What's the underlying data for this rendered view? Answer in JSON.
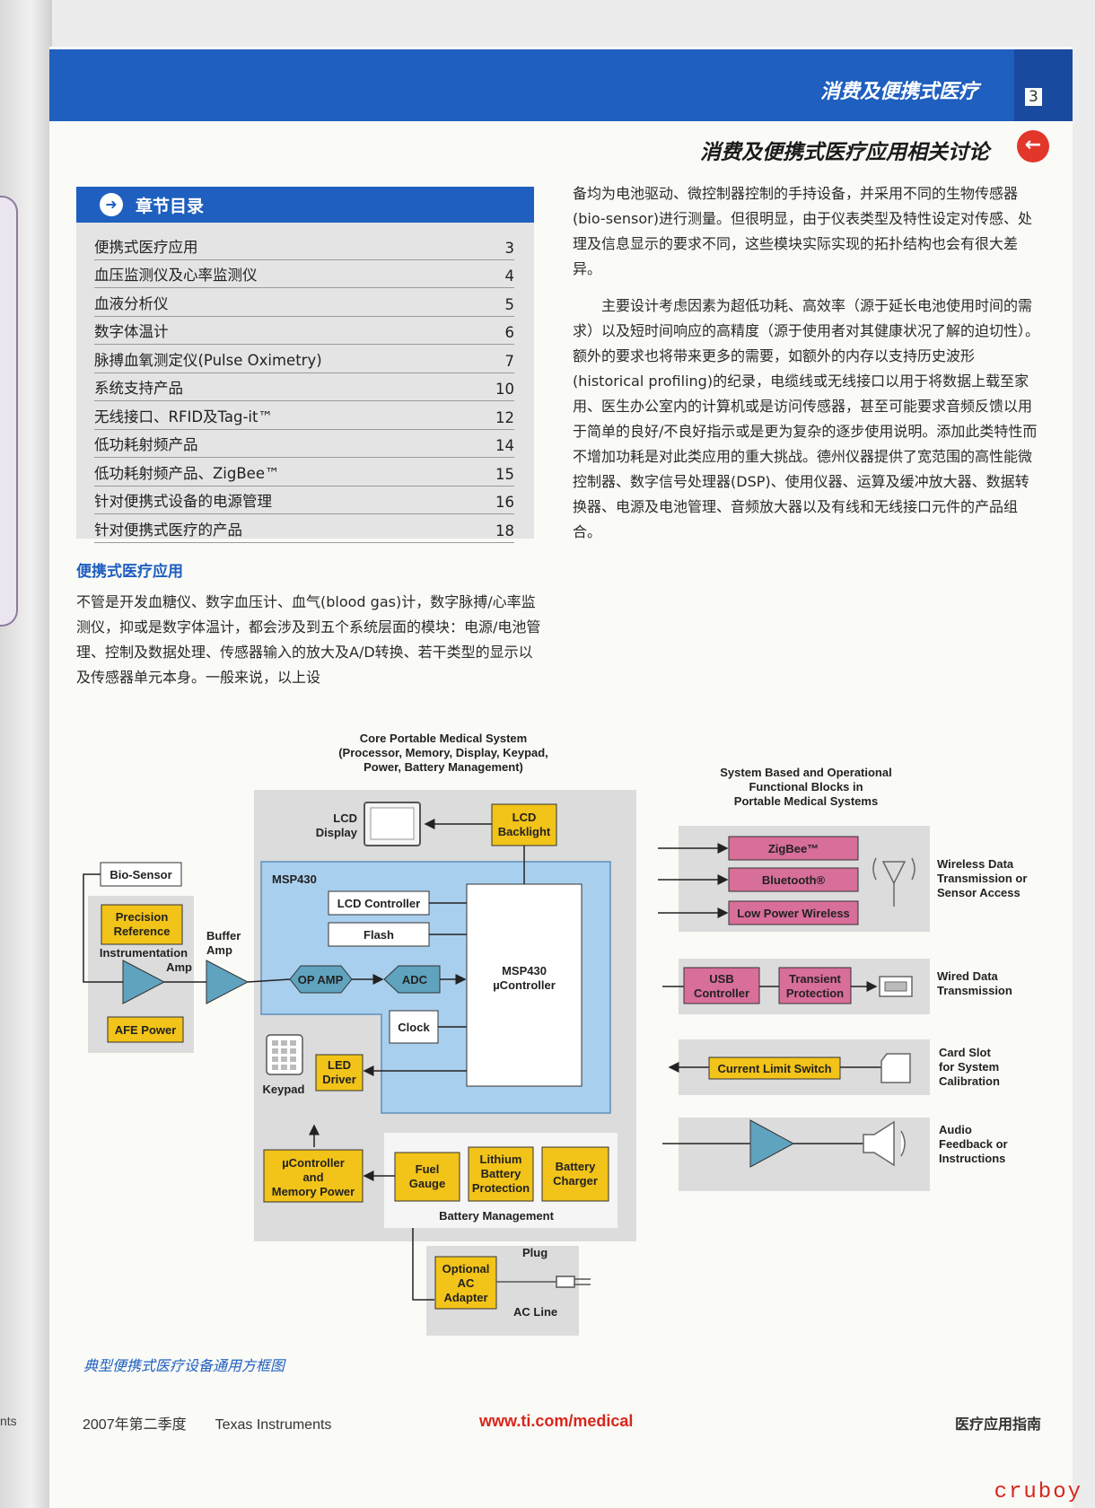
{
  "header": {
    "title": "消费及便携式医疗",
    "page_number": "3",
    "section_title": "消费及便携式医疗应用相关讨论"
  },
  "toc": {
    "title": "章节目录",
    "items": [
      {
        "label": "便携式医疗应用",
        "page": "3"
      },
      {
        "label": "血压监测仪及心率监测仪",
        "page": "4"
      },
      {
        "label": "血液分析仪",
        "page": "5"
      },
      {
        "label": "数字体温计",
        "page": "6"
      },
      {
        "label": "脉搏血氧测定仪(Pulse Oximetry)",
        "page": "7"
      },
      {
        "label": "系统支持产品",
        "page": "10"
      },
      {
        "label": "无线接口、RFID及Tag-it™",
        "page": "12"
      },
      {
        "label": "低功耗射频产品",
        "page": "14"
      },
      {
        "label": "低功耗射频产品、ZigBee™",
        "page": "15"
      },
      {
        "label": "针对便携式设备的电源管理",
        "page": "16"
      },
      {
        "label": "针对便携式医疗的产品",
        "page": "18"
      }
    ]
  },
  "body": {
    "sub_heading": "便携式医疗应用",
    "left_para": "不管是开发血糖仪、数字血压计、血气(blood gas)计，数字脉搏/心率监测仪，抑或是数字体温计，都会涉及到五个系统层面的模块：电源/电池管理、控制及数据处理、传感器输入的放大及A/D转换、若干类型的显示以及传感器单元本身。一般来说，以上设",
    "right_para1": "备均为电池驱动、微控制器控制的手持设备，并采用不同的生物传感器(bio-sensor)进行测量。但很明显，由于仪表类型及特性设定对传感、处理及信息显示的要求不同，这些模块实际实现的拓扑结构也会有很大差异。",
    "right_para2": "主要设计考虑因素为超低功耗、高效率（源于延长电池使用时间的需求）以及短时间响应的高精度（源于使用者对其健康状况了解的迫切性）。额外的要求也将带来更多的需要，如额外的内存以支持历史波形(historical profiling)的纪录，电缆线或无线接口以用于将数据上载至家用、医生办公室内的计算机或是访问传感器，甚至可能要求音频反馈以用于简单的良好/不良好指示或是更为复杂的逐步使用说明。添加此类特性而不增加功耗是对此类应用的重大挑战。德州仪器提供了宽范围的高性能微控制器、数字信号处理器(DSP)、使用仪器、运算及缓冲放大器、数据转换器、电源及电池管理、音频放大器以及有线和无线接口元件的产品组合。"
  },
  "diagram": {
    "core_title": [
      "Core Portable Medical System",
      "(Processor, Memory, Display, Keypad,",
      "Power, Battery Management)"
    ],
    "side_title": [
      "System Based and Operational",
      "Functional Blocks in",
      "Portable Medical Systems"
    ],
    "lcd_display": [
      "LCD",
      "Display"
    ],
    "lcd_backlight": [
      "LCD",
      "Backlight"
    ],
    "msp430_label": "MSP430",
    "lcd_controller": "LCD Controller",
    "flash": "Flash",
    "msp430_uc": [
      "MSP430",
      "µController"
    ],
    "op_amp": "OP AMP",
    "adc": "ADC",
    "clock": "Clock",
    "bio_sensor": "Bio-Sensor",
    "precision_reference": [
      "Precision",
      "Reference"
    ],
    "instrumentation_amp": [
      "Instrumentation",
      "Amp"
    ],
    "buffer_amp": [
      "Buffer",
      "Amp"
    ],
    "afe_power": "AFE Power",
    "keypad": "Keypad",
    "led_driver": [
      "LED",
      "Driver"
    ],
    "uc_memory_power": [
      "µController",
      "and",
      "Memory Power"
    ],
    "fuel_gauge": [
      "Fuel",
      "Gauge"
    ],
    "lithium_battery": [
      "Lithium",
      "Battery",
      "Protection"
    ],
    "battery_charger": [
      "Battery",
      "Charger"
    ],
    "battery_management": "Battery Management",
    "optional_adapter": [
      "Optional",
      "AC",
      "Adapter"
    ],
    "plug": "Plug",
    "ac_line": "AC Line",
    "zigbee": "ZigBee™",
    "bluetooth": "Bluetooth®",
    "low_power_wireless": "Low Power Wireless",
    "wireless_label": [
      "Wireless Data",
      "Transmission or",
      "Sensor Access"
    ],
    "usb_controller": [
      "USB",
      "Controller"
    ],
    "transient_protection": [
      "Transient",
      "Protection"
    ],
    "wired_label": [
      "Wired Data",
      "Transmission"
    ],
    "current_limit_switch": "Current Limit Switch",
    "card_slot_label": [
      "Card Slot",
      "for System",
      "Calibration"
    ],
    "audio_label": [
      "Audio",
      "Feedback or",
      "Instructions"
    ],
    "colors": {
      "yellow": "#f2c318",
      "pink": "#d86e9a",
      "blue_fill": "#a9cfee",
      "gray_fill": "#dcdcdc",
      "teal": "#5fa3be"
    }
  },
  "figure_caption": "典型便携式医疗设备通用方框图",
  "footer": {
    "left": "2007年第二季度　　Texas Instruments",
    "url": "www.ti.com/medical",
    "right": "医疗应用指南"
  },
  "left_peek": "nts",
  "watermark": "cruboy"
}
